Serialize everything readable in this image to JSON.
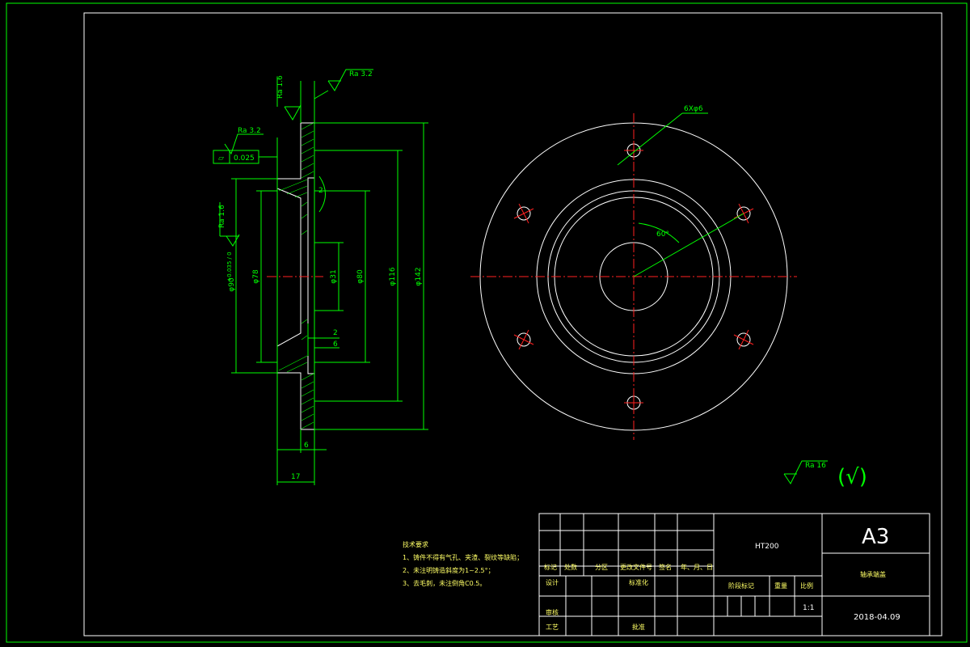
{
  "section_view": {
    "roughness_top_left": "Ra 1.6",
    "roughness_top_right": "Ra 3.2",
    "roughness_flatness": "Ra 3.2",
    "flatness_tolerance": "0.025",
    "roughness_bore": "Ra 1.6",
    "dim_d90": "φ90",
    "dim_d90_tol": "+0.035 / 0",
    "dim_d78": "φ78",
    "dim_d31": "φ31",
    "dim_d80": "φ80",
    "dim_d116": "φ116",
    "dim_d142": "φ142",
    "dim_2": "2",
    "dim_6_small": "6",
    "dim_6": "6",
    "dim_17": "17",
    "dim_chamfer": "2"
  },
  "plan_view": {
    "holes_label": "6Xφ6",
    "angle_label": "60°"
  },
  "general_roughness": {
    "label": "Ra 16",
    "symbol": "(√)"
  },
  "tech_notes": {
    "title": "技术要求",
    "lines": [
      "1、铸件不得有气孔、夹渣、裂纹等缺陷；",
      "2、未注明铸造斜度为1~2.5°；",
      "3、去毛刺，未注倒角C0.5。"
    ]
  },
  "title_block": {
    "material": "HT200",
    "sheet_size": "A3",
    "part_name": "轴承端盖",
    "h_mark": "标记",
    "h_count": "处数",
    "h_zone": "分区",
    "h_doc": "更改文件号",
    "h_sign": "签名",
    "h_date": "年、月、日",
    "design": "设计",
    "standard": "标准化",
    "review": "审核",
    "process": "工艺",
    "approve": "批准",
    "stage": "阶段标记",
    "weight": "重量",
    "scale_label": "比例",
    "scale": "1:1",
    "date": "2018-04.09"
  }
}
